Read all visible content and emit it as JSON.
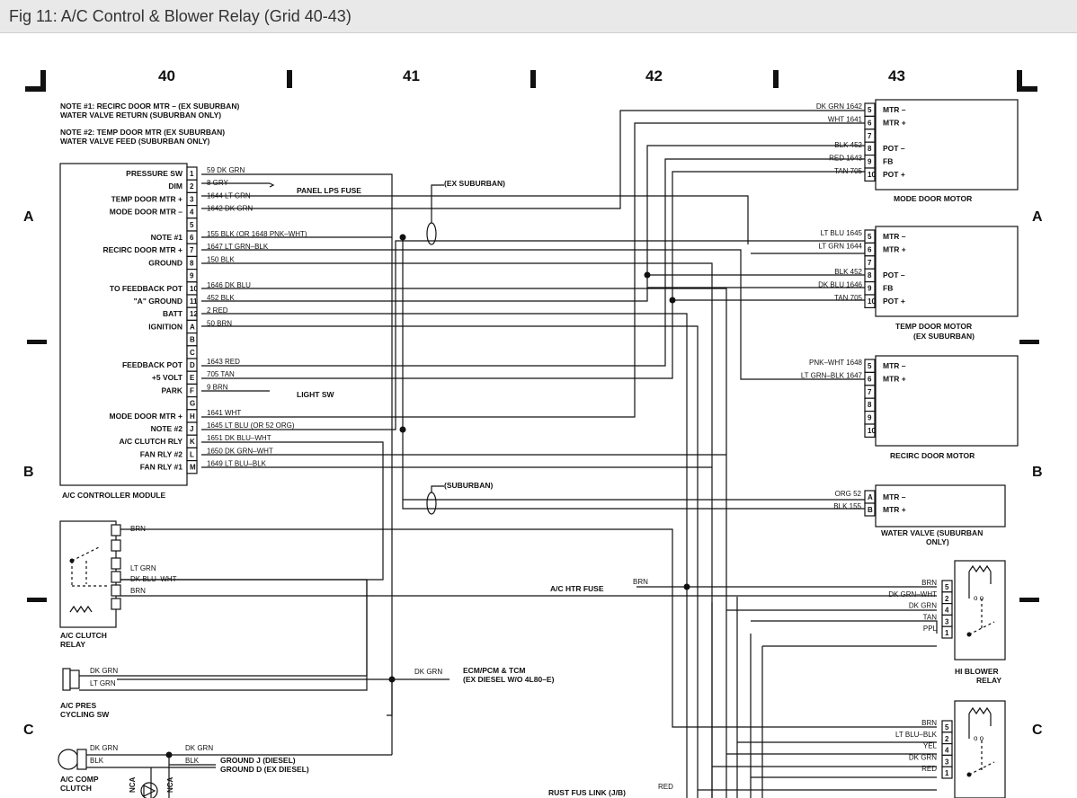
{
  "window": {
    "title": "Fig 11: A/C Control & Blower Relay (Grid 40-43)"
  },
  "grid": {
    "columns": [
      "40",
      "41",
      "42",
      "43"
    ],
    "rows": [
      "A",
      "B",
      "C"
    ]
  },
  "notes": {
    "n1_l1": "NOTE #1: RECIRC DOOR MTR – (EX SUBURBAN)",
    "n1_l2": "WATER VALVE RETURN (SUBURBAN ONLY)",
    "n2_l1": "NOTE #2: TEMP DOOR MTR (EX SUBURBAN)",
    "n2_l2": "WATER VALVE FEED (SUBURBAN ONLY)"
  },
  "controller": {
    "name": "A/C CONTROLLER MODULE",
    "pins": [
      {
        "func": "PRESSURE SW",
        "pin": "1",
        "wire": "59 DK GRN"
      },
      {
        "func": "DIM",
        "pin": "2",
        "wire": "8 GRY"
      },
      {
        "func": "TEMP DOOR MTR +",
        "pin": "3",
        "wire": "1644 LT GRN"
      },
      {
        "func": "MODE DOOR MTR –",
        "pin": "4",
        "wire": "1642 DK GRN"
      },
      {
        "func": "",
        "pin": "5",
        "wire": ""
      },
      {
        "func": "NOTE #1",
        "pin": "6",
        "wire": "155 BLK (OR 1648 PNK–WHT)"
      },
      {
        "func": "RECIRC DOOR MTR +",
        "pin": "7",
        "wire": "1647 LT GRN–BLK"
      },
      {
        "func": "GROUND",
        "pin": "8",
        "wire": "150 BLK"
      },
      {
        "func": "",
        "pin": "9",
        "wire": ""
      },
      {
        "func": "TO FEEDBACK POT",
        "pin": "10",
        "wire": "1646 DK BLU"
      },
      {
        "func": "\"A\" GROUND",
        "pin": "11",
        "wire": "452 BLK"
      },
      {
        "func": "BATT",
        "pin": "12",
        "wire": "2 RED"
      },
      {
        "func": "IGNITION",
        "pin": "A",
        "wire": "50 BRN"
      },
      {
        "func": "",
        "pin": "B",
        "wire": ""
      },
      {
        "func": "",
        "pin": "C",
        "wire": ""
      },
      {
        "func": "FEEDBACK POT",
        "pin": "D",
        "wire": "1643 RED"
      },
      {
        "func": "+5 VOLT",
        "pin": "E",
        "wire": "705 TAN"
      },
      {
        "func": "PARK",
        "pin": "F",
        "wire": "9 BRN"
      },
      {
        "func": "",
        "pin": "G",
        "wire": ""
      },
      {
        "func": "MODE DOOR MTR +",
        "pin": "H",
        "wire": "1641 WHT"
      },
      {
        "func": "NOTE #2",
        "pin": "J",
        "wire": "1645 LT BLU (OR 52 ORG)"
      },
      {
        "func": "A/C CLUTCH RLY",
        "pin": "K",
        "wire": "1651 DK BLU–WHT"
      },
      {
        "func": "FAN RLY #2",
        "pin": "L",
        "wire": "1650 DK GRN–WHT"
      },
      {
        "func": "FAN RLY #1",
        "pin": "M",
        "wire": "1649 LT BLU–BLK"
      }
    ]
  },
  "fuses": {
    "panel_lps": "PANEL LPS FUSE",
    "light_sw": "LIGHT SW",
    "ac_htr": "A/C HTR FUSE",
    "ac_htr_wire": "BRN",
    "ecm": "ECM/PCM & TCM",
    "ecm2": "(EX DIESEL W/O 4L80–E)",
    "ecm_wire": "DK GRN",
    "rust": "RUST FUS LINK (J/B)",
    "rust_wire": "RED",
    "gnd_j": "GROUND J (DIESEL)",
    "gnd_d": "GROUND D (EX DIESEL)"
  },
  "splices": {
    "ex_suburban": "(EX SUBURBAN)",
    "suburban": "(SUBURBAN)"
  },
  "mode_motor": {
    "name": "MODE DOOR MOTOR",
    "pins": [
      {
        "wire": "DK GRN 1642",
        "pin": "5",
        "func": "MTR –"
      },
      {
        "wire": "WHT 1641",
        "pin": "6",
        "func": "MTR +"
      },
      {
        "wire": "",
        "pin": "7",
        "func": ""
      },
      {
        "wire": "BLK 452",
        "pin": "8",
        "func": "POT –"
      },
      {
        "wire": "RED 1643",
        "pin": "9",
        "func": "FB"
      },
      {
        "wire": "TAN 705",
        "pin": "10",
        "func": "POT +"
      }
    ]
  },
  "temp_motor": {
    "name": "TEMP DOOR MOTOR",
    "name2": "(EX SUBURBAN)",
    "pins": [
      {
        "wire": "LT BLU 1645",
        "pin": "5",
        "func": "MTR –"
      },
      {
        "wire": "LT GRN 1644",
        "pin": "6",
        "func": "MTR +"
      },
      {
        "wire": "",
        "pin": "7",
        "func": ""
      },
      {
        "wire": "BLK 452",
        "pin": "8",
        "func": "POT –"
      },
      {
        "wire": "DK BLU 1646",
        "pin": "9",
        "func": "FB"
      },
      {
        "wire": "TAN 705",
        "pin": "10",
        "func": "POT +"
      }
    ]
  },
  "recirc_motor": {
    "name": "RECIRC DOOR MOTOR",
    "pins": [
      {
        "wire": "PNK–WHT 1648",
        "pin": "5",
        "func": "MTR –"
      },
      {
        "wire": "LT GRN–BLK 1647",
        "pin": "6",
        "func": "MTR +"
      },
      {
        "wire": "",
        "pin": "7",
        "func": ""
      },
      {
        "wire": "",
        "pin": "8",
        "func": ""
      },
      {
        "wire": "",
        "pin": "9",
        "func": ""
      },
      {
        "wire": "",
        "pin": "10",
        "func": ""
      }
    ]
  },
  "water_valve": {
    "name": "WATER VALVE (SUBURBAN",
    "name2": "ONLY)",
    "pins": [
      {
        "wire": "ORG 52",
        "pin": "A",
        "func": "MTR –"
      },
      {
        "wire": "BLK 155",
        "pin": "B",
        "func": "MTR +"
      }
    ]
  },
  "ac_clutch_relay": {
    "name": "A/C CLUTCH",
    "name2": "RELAY",
    "wires": [
      "BRN",
      "LT GRN",
      "DK BLU–WHT",
      "BRN"
    ]
  },
  "ac_pres_sw": {
    "name": "A/C PRES",
    "name2": "CYCLING SW",
    "wires": [
      "DK GRN",
      "LT GRN"
    ]
  },
  "ac_comp_clutch": {
    "name": "A/C COMP",
    "name2": "CLUTCH",
    "wires": [
      "DK GRN",
      "BLK"
    ],
    "nca": "NCA"
  },
  "hi_blower_relay": {
    "name": "HI BLOWER",
    "name2": "RELAY",
    "pins": [
      {
        "wire": "BRN",
        "pin": "5"
      },
      {
        "wire": "DK GRN–WHT",
        "pin": "2"
      },
      {
        "wire": "DK GRN",
        "pin": "4"
      },
      {
        "wire": "TAN",
        "pin": "3"
      },
      {
        "wire": "PPL",
        "pin": "1"
      }
    ]
  },
  "lower_relay": {
    "pins": [
      {
        "wire": "BRN",
        "pin": "5"
      },
      {
        "wire": "LT BLU–BLK",
        "pin": "2"
      },
      {
        "wire": "YEL",
        "pin": "4"
      },
      {
        "wire": "DK GRN",
        "pin": "3"
      },
      {
        "wire": "RED",
        "pin": "1"
      }
    ]
  }
}
